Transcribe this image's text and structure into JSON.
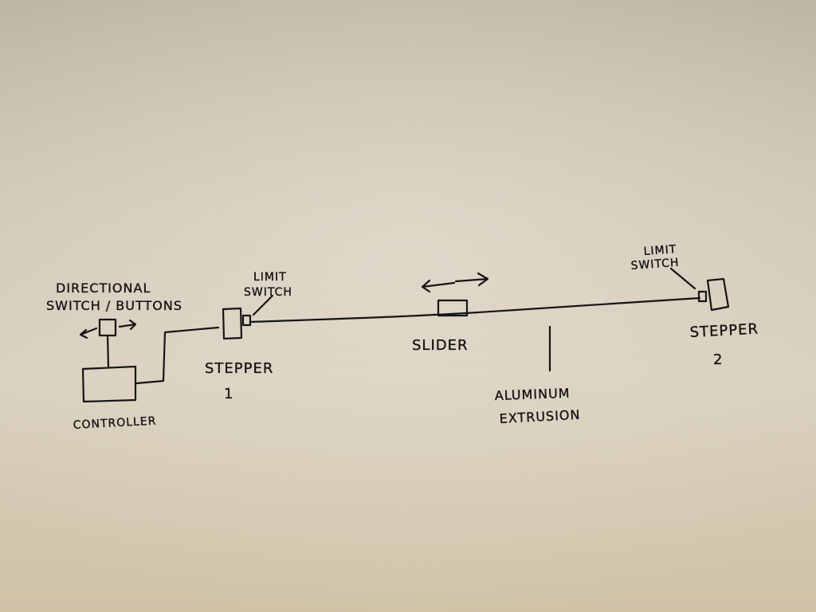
{
  "labels": {
    "directional_line1": "DIRECTIONAL",
    "directional_line2": "SWITCH / BUTTONS",
    "controller": "CONTROLLER",
    "stepper1_line1": "STEPPER",
    "stepper1_line2": "1",
    "limit_left_line1": "LIMIT",
    "limit_left_line2": "SWITCH",
    "slider": "SLIDER",
    "aluminum_line1": "ALUMINUM",
    "aluminum_line2": "EXTRUSION",
    "limit_right_line1": "LIMIT",
    "limit_right_line2": "SWITCH",
    "stepper2_line1": "STEPPER",
    "stepper2_line2": "2"
  },
  "colors": {
    "ink": "#151515",
    "paper": "#d4cbba"
  }
}
